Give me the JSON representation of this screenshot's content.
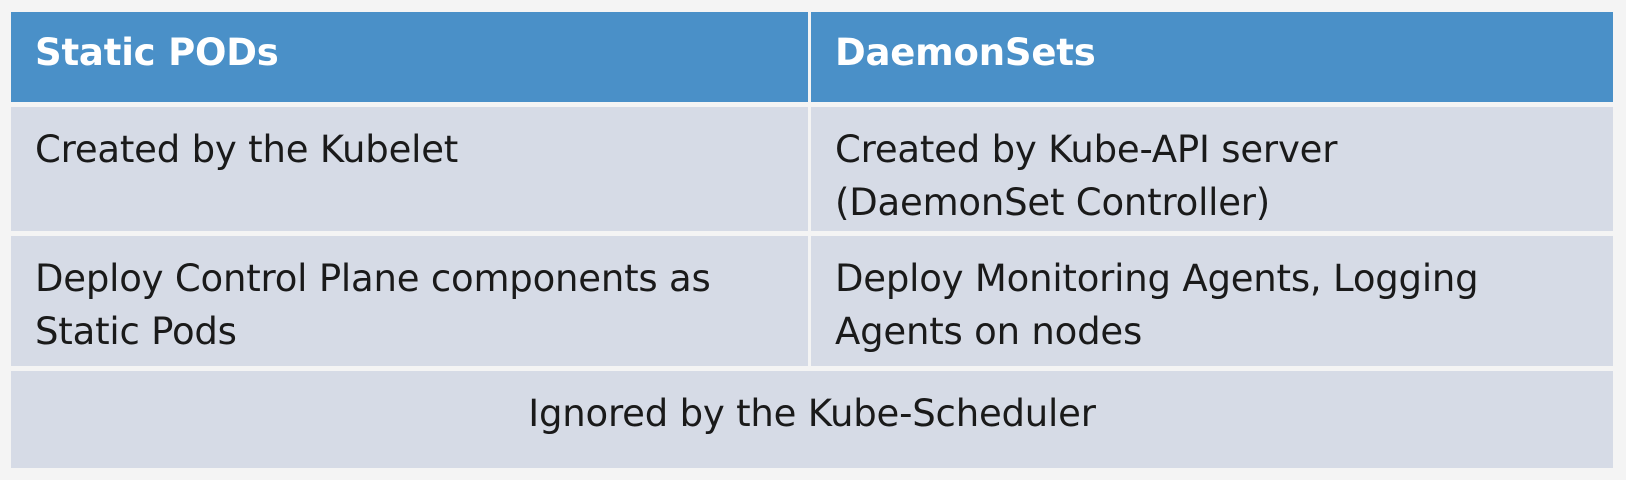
{
  "table": {
    "headers": [
      "Static PODs",
      "DaemonSets"
    ],
    "rows": [
      {
        "left": "Created by the Kubelet",
        "right_lines": [
          "Created by Kube-API server",
          "(DaemonSet Controller)"
        ]
      },
      {
        "left_lines": [
          "Deploy Control Plane components as",
          "Static Pods"
        ],
        "right_lines": [
          "Deploy Monitoring Agents, Logging",
          "Agents on nodes"
        ]
      }
    ],
    "shared_row": "Ignored by the Kube-Scheduler"
  },
  "colors": {
    "header_bg": "#4a90c8",
    "header_text": "#ffffff",
    "body_bg": "#d6dbe6",
    "body_text": "#1a1a1a"
  }
}
